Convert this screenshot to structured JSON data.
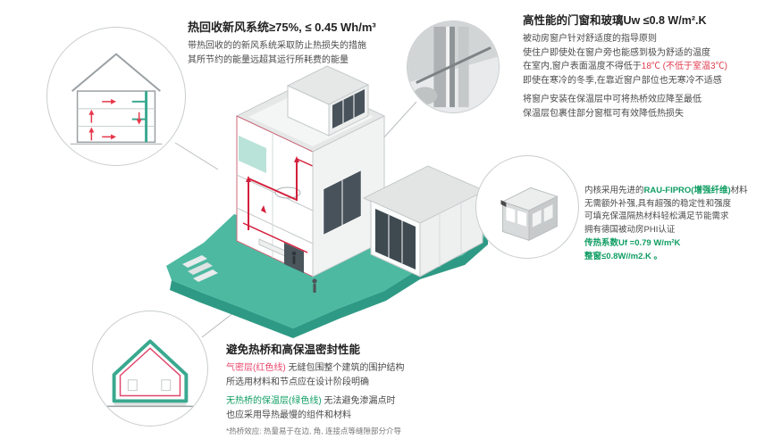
{
  "illustrations": {
    "main": "isometric-passive-house-cutaway",
    "hrv_circle": "house-cross-section-ventilation-arrows",
    "window_corner_circle": "window-frame-corner-section",
    "profile_circle": "window-profile-extrusion",
    "thermal_circle": "house-insulation-airtight-outline"
  },
  "colors": {
    "ground_teal": "#4db9a1",
    "ground_edge": "#2e9a85",
    "duct_red": "#d41f3c",
    "text_green": "#0f9d62",
    "text_red": "#e03a4e",
    "text_pink": "#e8486e"
  },
  "hrv_section": {
    "title": "热回收新风系统≥75%, ≤ 0.45 Wh/m³",
    "body1": "带热回收的的新风系统采取防止热损失的措施",
    "body2": "其所节约的能量远超其运行所耗费的能量"
  },
  "windows_section": {
    "title": "高性能的门窗和玻璃Uw ≤0.8 W/m².K",
    "line1": "被动房窗户针对舒适度的指导原则",
    "line2": "使住户即使处在窗户旁也能感到极为舒适的温度",
    "line3_a": "在室内,窗户表面温度不得低于",
    "line3_b": "18℃ (不低于室温3℃)",
    "line4": "即使在寒冷的冬季,在靠近窗户部位也无寒冷不适感",
    "line5": "将窗户安装在保温层中可将热桥效应降至最低",
    "line6": "保温层包裹住部分窗框可有效降低热损失"
  },
  "profile_section": {
    "line1_a": "内核采用先进的",
    "line1_b": "RAU-FIPRO(增强纤维)",
    "line1_c": "材料",
    "line2": "无需额外补强,具有超强的稳定性和强度",
    "line3": "可填充保温隔热材料轻松满足节能需求",
    "line4": "拥有德国被动房PHI认证",
    "line5": "传热系数Uf =0.79 W/m²K",
    "line6": "整窗≤0.8W//m2.K 。"
  },
  "thermal_section": {
    "title": "避免热桥和高保温密封性能",
    "line1_a": "气密层(红色线)",
    "line1_b": " 无缝包围整个建筑的围护结构",
    "line2": "所选用材料和节点应在设计阶段明确",
    "line3_a": "无热桥的保温层(绿色线)",
    "line3_b": " 无法避免渗漏点时",
    "line4": "也应采用导热最慢的组件和材料",
    "footnote": "*热桥效应: 热量易于在边, 角, 连接点等缝隙部分介导"
  }
}
